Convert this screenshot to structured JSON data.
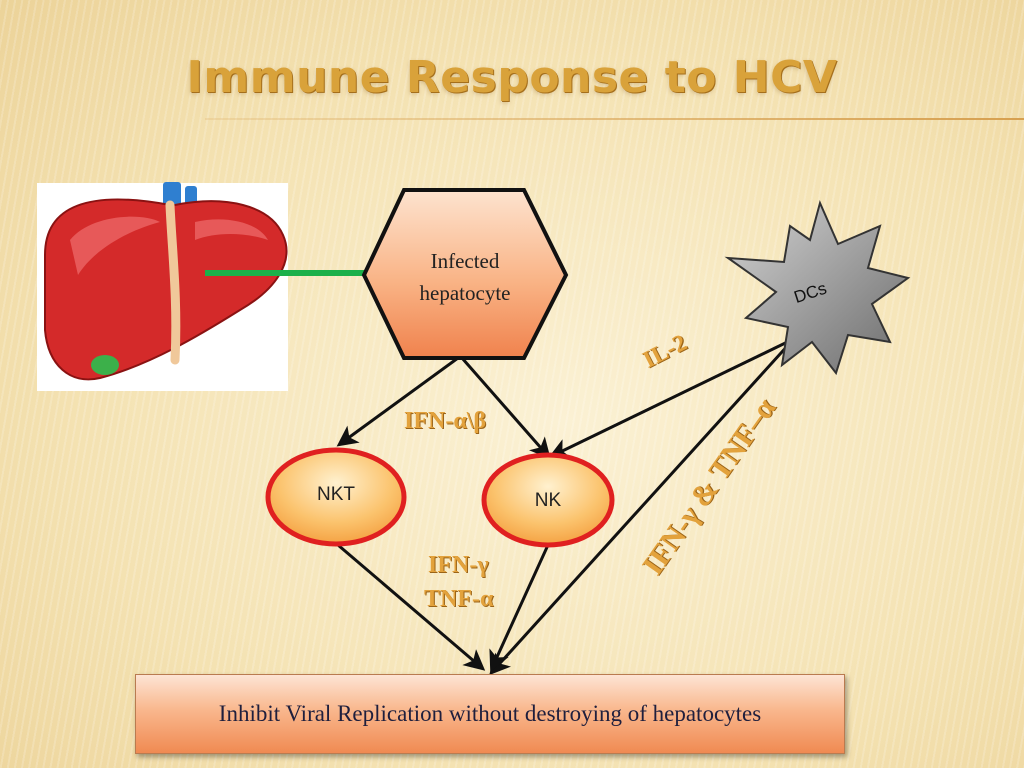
{
  "title": "Immune Response to HCV",
  "nodes": {
    "infected_hepatocyte": [
      "Infected",
      "hepatocyte"
    ],
    "dcs": "DCs",
    "nkt": "NKT",
    "nk": "NK"
  },
  "labels": {
    "ifn_alpha_beta": "IFN-α\\β",
    "il2": "IL-2",
    "ifn_gamma": "IFN-γ",
    "tnf_alpha": "TNF-α",
    "ifn_gamma_tnf_alpha": "IFN-γ & TNF–α"
  },
  "result": "Inhibit Viral Replication without destroying of hepatocytes",
  "colors": {
    "title": "#d9a23a",
    "label": "#e3a23c",
    "hexagon_fill": "#f6a06b",
    "cell_border": "#e02020",
    "star_fill": "#8c8c8c",
    "connector": "#1bb04a",
    "liver": "#d42a2a"
  },
  "icons": [
    "liver-illustration-icon",
    "dendritic-cell-star-icon"
  ]
}
